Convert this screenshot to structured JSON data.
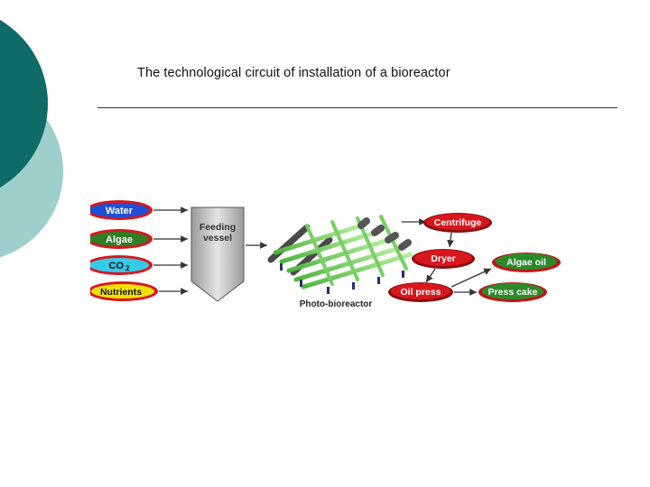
{
  "slide": {
    "title": "The technological circuit of installation of a bioreactor"
  },
  "diagram": {
    "inputs": [
      "Water",
      "Algae",
      "CO",
      "Nutrients"
    ],
    "co2_subscript": "2",
    "feeding_vessel": [
      "Feeding",
      "vessel"
    ],
    "reactor_label": "Photo-bioreactor",
    "centrifuge": "Centrifuge",
    "dryer": "Dryer",
    "oil_press": "Oil press",
    "algae_oil": "Algae oil",
    "press_cake": "Press cake"
  },
  "colors": {
    "decor_dark_teal": "#0e6b67",
    "decor_light_teal": "#9fcfcd",
    "water": "#1e4fd8",
    "algae": "#2f7d25",
    "co2": "#36c9e8",
    "nutrients": "#f1e10a",
    "process_red": "#d8171d",
    "product_green": "#2c8a2a"
  }
}
